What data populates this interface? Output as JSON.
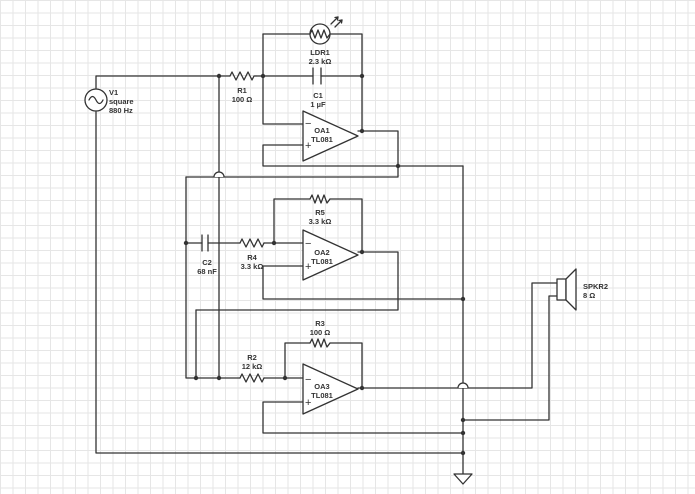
{
  "components": {
    "v1": {
      "ref": "V1",
      "lines": [
        "V1",
        "square",
        "880 Hz"
      ]
    },
    "ldr1": {
      "ref": "LDR1",
      "lines": [
        "LDR1",
        "2.3 kΩ"
      ]
    },
    "c1": {
      "ref": "C1",
      "lines": [
        "C1",
        "1 µF"
      ]
    },
    "r1": {
      "ref": "R1",
      "lines": [
        "R1",
        "100 Ω"
      ]
    },
    "oa1": {
      "ref": "OA1",
      "lines": [
        "OA1",
        "TL081"
      ]
    },
    "r5": {
      "ref": "R5",
      "lines": [
        "R5",
        "3.3 kΩ"
      ]
    },
    "c2": {
      "ref": "C2",
      "lines": [
        "C2",
        "68 nF"
      ]
    },
    "r4": {
      "ref": "R4",
      "lines": [
        "R4",
        "3.3 kΩ"
      ]
    },
    "oa2": {
      "ref": "OA2",
      "lines": [
        "OA2",
        "TL081"
      ]
    },
    "r3": {
      "ref": "R3",
      "lines": [
        "R3",
        "100 Ω"
      ]
    },
    "r2": {
      "ref": "R2",
      "lines": [
        "R2",
        "12 kΩ"
      ]
    },
    "oa3": {
      "ref": "OA3",
      "lines": [
        "OA3",
        "TL081"
      ]
    },
    "spkr2": {
      "ref": "SPKR2",
      "lines": [
        "SPKR2",
        "8 Ω"
      ]
    }
  },
  "opamp_pins": {
    "minus": "−",
    "plus": "+"
  },
  "colors": {
    "wire": "#333333",
    "grid": "#e6e6e6",
    "background": "#ffffff"
  }
}
